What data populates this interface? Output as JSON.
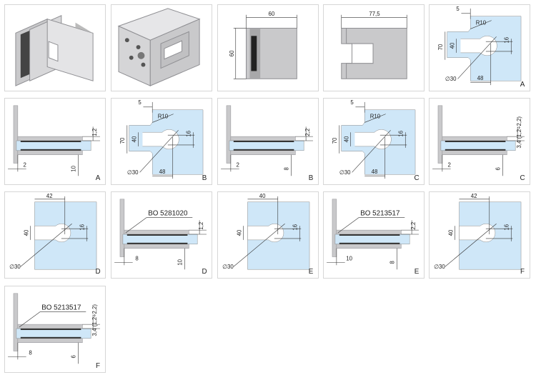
{
  "colors": {
    "metal": "#c9c9cb",
    "metal_dark": "#8e8e92",
    "glass": "#cfe7f8",
    "line": "#333333",
    "border": "#d6d6d6"
  },
  "cells": [
    {
      "type": "iso1",
      "labels": {}
    },
    {
      "type": "iso2",
      "labels": {}
    },
    {
      "type": "front",
      "labels": {
        "width": "60",
        "height": "60"
      }
    },
    {
      "type": "top",
      "labels": {
        "width": "77,5"
      }
    },
    {
      "type": "cutout_step",
      "labels": {
        "offset": "5",
        "radius": "R10",
        "height": "70",
        "slot": "40",
        "hole_offset": "16",
        "diameter": "∅30",
        "depth": "48",
        "variant": "A"
      }
    },
    {
      "type": "side",
      "labels": {
        "top": "1,2",
        "gap": "2",
        "bottom": "10",
        "variant": "A"
      }
    },
    {
      "type": "cutout_step",
      "labels": {
        "offset": "5",
        "radius": "R10",
        "height": "70",
        "slot": "40",
        "hole_offset": "16",
        "diameter": "∅30",
        "depth": "48",
        "variant": "B"
      }
    },
    {
      "type": "side",
      "labels": {
        "top": "2,2",
        "gap": "2",
        "bottom": "8",
        "variant": "B"
      }
    },
    {
      "type": "cutout_step",
      "labels": {
        "offset": "5",
        "radius": "R10",
        "height": "70",
        "slot": "40",
        "hole_offset": "16",
        "diameter": "∅30",
        "depth": "48",
        "variant": "C"
      }
    },
    {
      "type": "side",
      "labels": {
        "top": "3,4 (1,2÷2,2)",
        "gap": "2",
        "bottom": "6",
        "variant": "C"
      }
    },
    {
      "type": "cutout",
      "labels": {
        "width": "42",
        "slot": "40",
        "hole_offset": "16",
        "diameter": "∅30",
        "variant": "D"
      }
    },
    {
      "type": "side_bo",
      "labels": {
        "code": "BO 5281020",
        "top": "1,2",
        "gap": "8",
        "bottom": "10",
        "variant": "D"
      }
    },
    {
      "type": "cutout",
      "labels": {
        "width": "40",
        "slot": "40",
        "hole_offset": "16",
        "diameter": "∅30",
        "variant": "E"
      }
    },
    {
      "type": "side_bo",
      "labels": {
        "code": "BO 5213517",
        "top": "2,2",
        "gap": "10",
        "bottom": "8",
        "variant": "E"
      }
    },
    {
      "type": "cutout",
      "labels": {
        "width": "42",
        "slot": "40",
        "hole_offset": "16",
        "diameter": "∅30",
        "variant": "F"
      }
    },
    {
      "type": "side_bo",
      "labels": {
        "code": "BO 5213517",
        "top": "3,4 (1,2÷2,2)",
        "gap": "8",
        "bottom": "6",
        "variant": "F"
      }
    }
  ]
}
